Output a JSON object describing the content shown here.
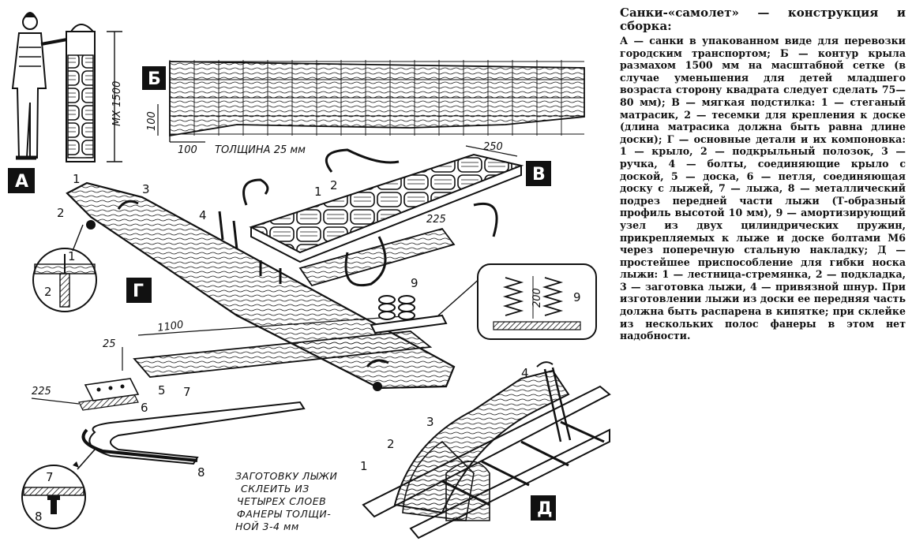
{
  "caption": {
    "title": "Санки-«самолет» — конструкция и сборка:",
    "body": "А — санки в упакованном виде для перевозки городским транспортом; Б — контур крыла размахом 1500 мм на масштабной сетке (в случае уменьшения для детей младшего возраста сторону квадрата следует сделать 75—80 мм); В — мягкая подстилка: 1 — стеганый матрасик, 2 — тесемки для крепления к доске (длина матрасика должна быть равна длине доски); Г — основные детали и их компоновка: 1 — крыло, 2 — подкрыльный полозок, 3 — ручка, 4 — болты, соединяющие крыло с доской, 5 — доска, 6 — петля, соединяющая доску с лыжей, 7 — лыжа, 8 — металлический подрез передней части лыжи (Т-образный профиль высотой 10 мм), 9 — амортизирующий узел из двух цилиндрических пружин, прикрепляемых к лыже и доске болтами М6 через поперечную стальную накладку; Д — простейшее приспособление для гибки носка лыжи: 1 — лестница-стремянка, 2 — подкладка, 3 — заготовка лыжи, 4 — привязной шнур. При изготовлении лыжи из доски ее передняя часть должна быть распарена в кипятке; при склейке из нескольких полос фанеры в этом нет надобности."
  },
  "figure": {
    "tags": {
      "a": "А",
      "b": "Б",
      "v": "В",
      "g": "Г",
      "d": "Д"
    },
    "dimensions": {
      "height_a": "МХ 1500",
      "grid_cell_h": "100",
      "grid_cell_w": "100",
      "thickness": "ТОЛЩИНА 25 мм",
      "mattress_w": "250",
      "board_w": "225",
      "board_len": "1100",
      "board_t": "25",
      "ski_w": "225",
      "spring_h": "200"
    },
    "callouts": {
      "wing": "1",
      "runner": "2",
      "handle": "3",
      "bolts": "4",
      "board": "5",
      "loop": "6",
      "ski": "7",
      "edge": "8",
      "spring": "9",
      "mattress": "1",
      "ties": "2",
      "detail_bolt": "1",
      "detail_runner": "2",
      "detail_ski": "7",
      "detail_edge": "8",
      "spring_detail": "9",
      "ladder": "1",
      "pad": "2",
      "blank": "3",
      "cord": "4"
    },
    "note_lines": [
      "ЗАГОТОВКУ ЛЫЖИ",
      "СКЛЕИТЬ ИЗ",
      "ЧЕТЫРЕХ СЛОЕВ",
      "ФАНЕРЫ ТОЛЩИ-",
      "НОЙ 3-4 мм"
    ]
  }
}
